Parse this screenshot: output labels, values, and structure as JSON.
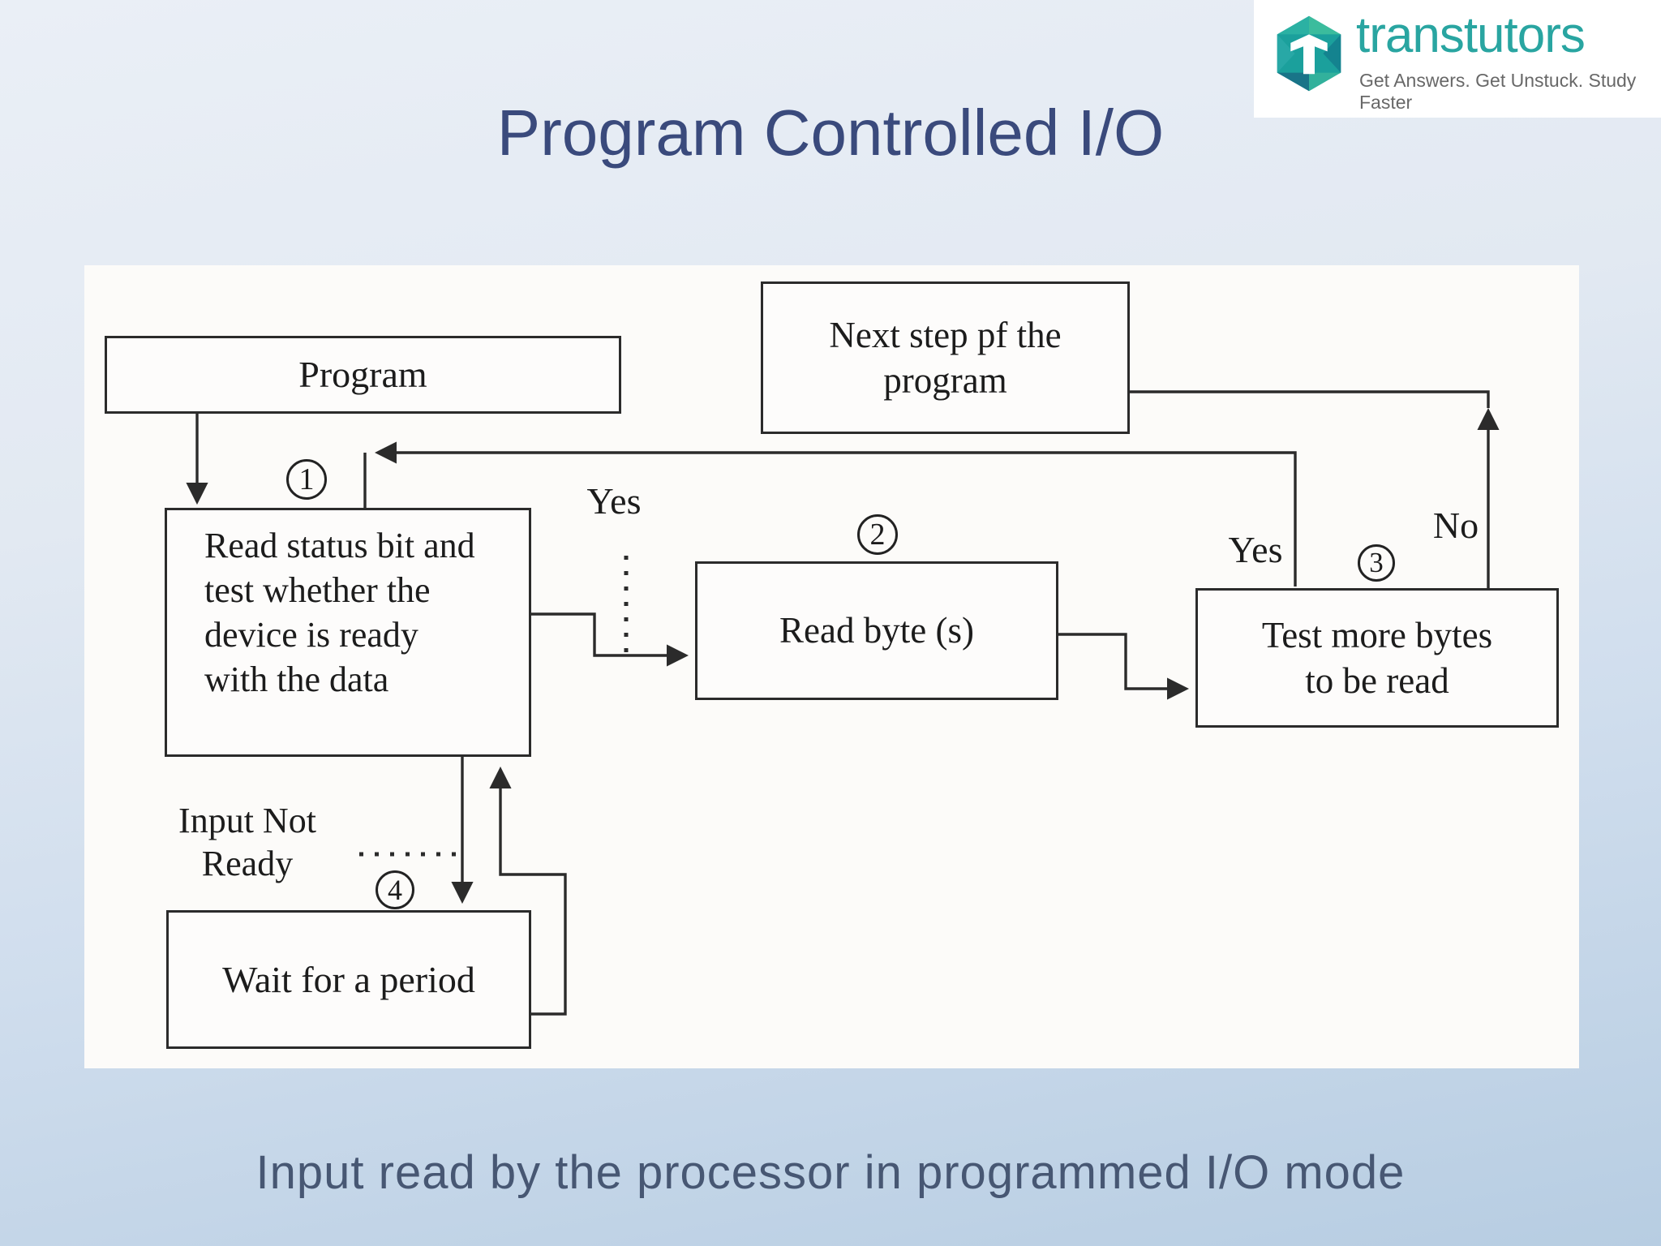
{
  "slide": {
    "title": "Program Controlled I/O",
    "caption": "Input read by the processor in programmed I/O mode"
  },
  "logo": {
    "brand": "transtutors",
    "tagline": "Get Answers. Get Unstuck. Study Faster"
  },
  "flowchart": {
    "boxes": {
      "program": {
        "label": "Program"
      },
      "next_step": {
        "line1": "Next step pf the",
        "line2": "program"
      },
      "read_status": {
        "label": "Read status bit and test whether the device is ready with the data"
      },
      "read_byte": {
        "label": "Read byte (s)"
      },
      "test_more": {
        "line1": "Test more bytes",
        "line2": "to be read"
      },
      "wait": {
        "label": "Wait for a period"
      }
    },
    "step_markers": {
      "s1": "1",
      "s2": "2",
      "s3": "3",
      "s4": "4"
    },
    "edge_labels": {
      "yes_left": "Yes",
      "yes_right": "Yes",
      "no": "No",
      "input_not_ready": "Input Not Ready"
    }
  },
  "colors": {
    "title_text": "#3a4a7c",
    "caption_text": "#475773",
    "brand_teal": "#29a5a1",
    "tagline_gray": "#686868",
    "diagram_line": "#2b2b2b",
    "panel_background": "#fcfbf9",
    "slide_background_top": "#eaeff6",
    "slide_background_bottom": "#b7cde2"
  }
}
